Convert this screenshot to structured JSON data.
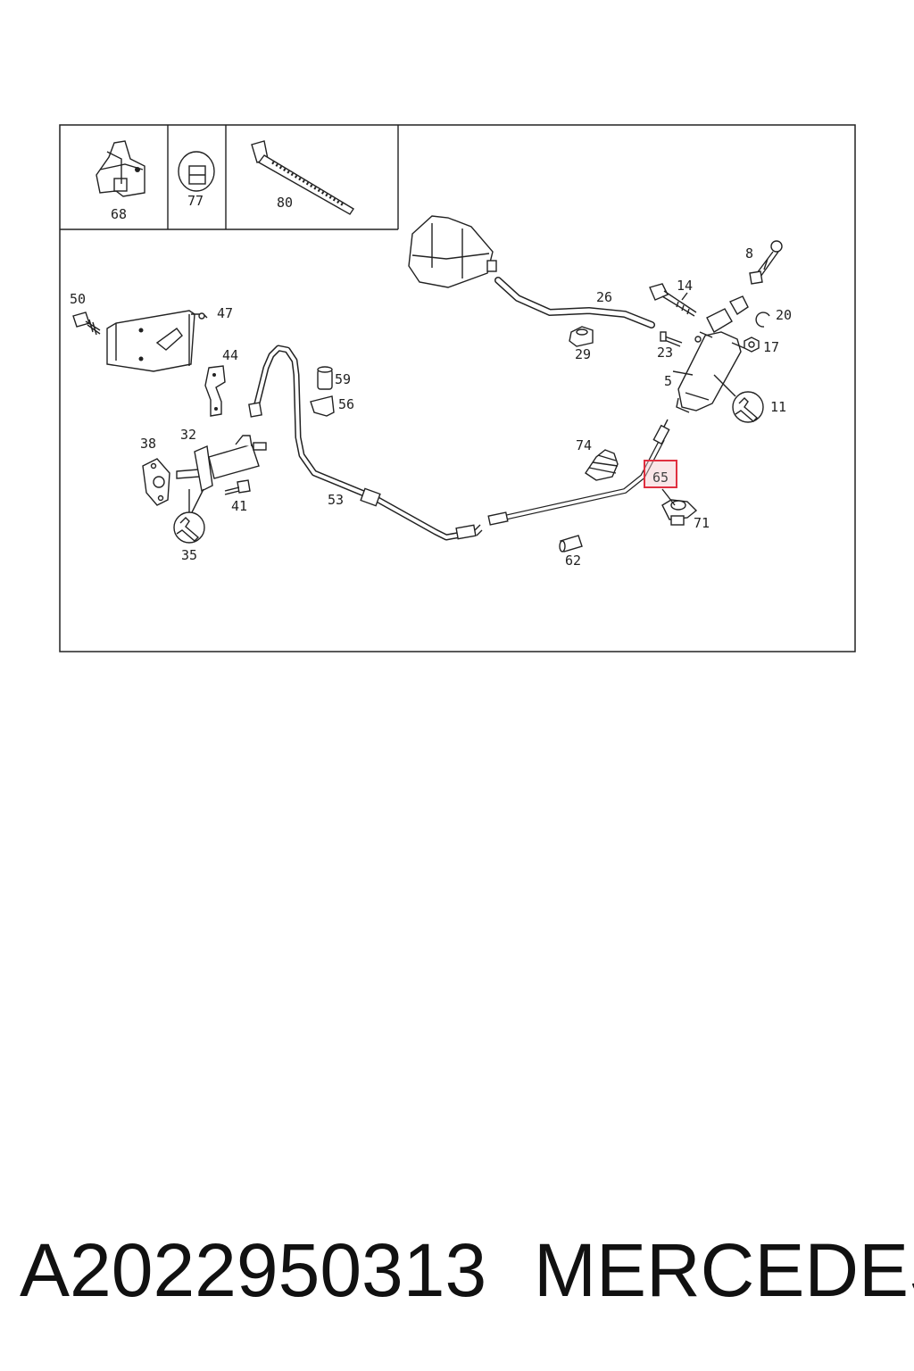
{
  "diagram": {
    "inset_labels": [
      "68",
      "77",
      "80"
    ],
    "callouts": [
      "50",
      "47",
      "44",
      "59",
      "56",
      "38",
      "32",
      "41",
      "35",
      "53",
      "26",
      "29",
      "14",
      "8",
      "20",
      "17",
      "23",
      "5",
      "11",
      "74",
      "65",
      "71",
      "62"
    ],
    "highlighted_callout": "65",
    "highlight_color": "#e03040"
  },
  "caption": {
    "part_number": "A2022950313",
    "brand": "MERCEDES"
  }
}
